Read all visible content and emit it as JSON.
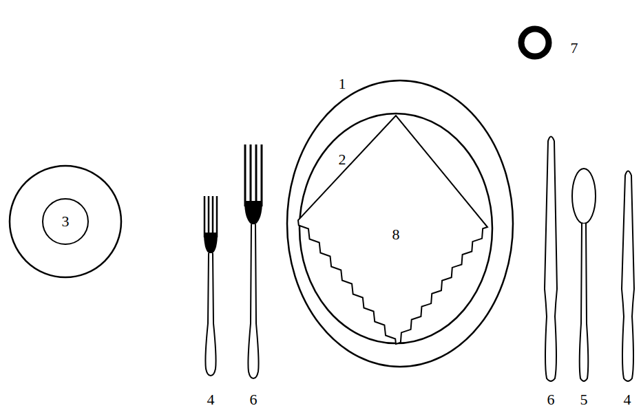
{
  "diagram": {
    "nodes": [
      {
        "text": [
          "3"
        ]
      },
      {
        "text": [
          "8"
        ]
      }
    ],
    "labels": [
      "7",
      "1",
      "2",
      "4",
      "6",
      "6",
      "5",
      "4"
    ]
  }
}
